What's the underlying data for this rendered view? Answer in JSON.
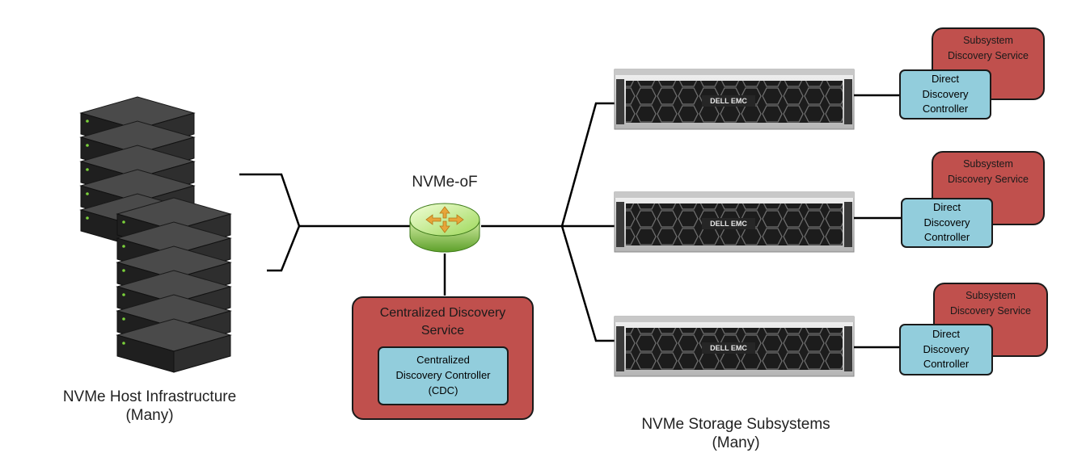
{
  "hosts": {
    "label_line1": "NVMe Host Infrastructure",
    "label_line2": "(Many)"
  },
  "fabric": {
    "label": "NVMe-oF"
  },
  "cds": {
    "title_line1": "Centralized Discovery",
    "title_line2": "Service",
    "controller_line1": "Centralized",
    "controller_line2": "Discovery Controller",
    "controller_line3": "(CDC)"
  },
  "storage": {
    "label_line1": "NVMe Storage Subsystems",
    "label_line2": "(Many)"
  },
  "subsystems": [
    {
      "brand": "DELL EMC",
      "sds_line1": "Subsystem",
      "sds_line2": "Discovery Service",
      "ddc_line1": "Direct",
      "ddc_line2": "Discovery",
      "ddc_line3": "Controller"
    },
    {
      "brand": "DELL EMC",
      "sds_line1": "Subsystem",
      "sds_line2": "Discovery Service",
      "ddc_line1": "Direct",
      "ddc_line2": "Discovery",
      "ddc_line3": "Controller"
    },
    {
      "brand": "DELL EMC",
      "sds_line1": "Subsystem",
      "sds_line2": "Discovery Service",
      "ddc_line1": "Direct",
      "ddc_line2": "Discovery",
      "ddc_line3": "Controller"
    }
  ],
  "colors": {
    "red_box": "#c0504d",
    "blue_box": "#92cddc",
    "router_green": "#8fd14f",
    "rack_dark": "#2b2b2b",
    "line": "#000000"
  }
}
